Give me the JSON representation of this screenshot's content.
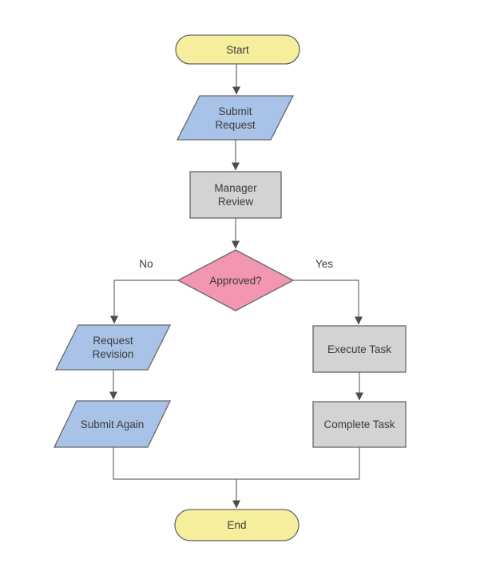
{
  "diagram": {
    "type": "flowchart",
    "nodes": [
      {
        "id": "start",
        "shape": "stadium",
        "label": "Start",
        "fill": "#F5EE9D"
      },
      {
        "id": "submit-request",
        "shape": "parallelogram",
        "label": "Submit\nRequest",
        "fill": "#A9C3E8"
      },
      {
        "id": "manager-review",
        "shape": "rectangle",
        "label": "Manager\nReview",
        "fill": "#D3D3D3"
      },
      {
        "id": "approved",
        "shape": "diamond",
        "label": "Approved?",
        "fill": "#F296B2"
      },
      {
        "id": "request-revision",
        "shape": "parallelogram",
        "label": "Request\nRevision",
        "fill": "#A9C3E8"
      },
      {
        "id": "submit-again",
        "shape": "parallelogram",
        "label": "Submit Again",
        "fill": "#A9C3E8"
      },
      {
        "id": "execute-task",
        "shape": "rectangle",
        "label": "Execute Task",
        "fill": "#D3D3D3"
      },
      {
        "id": "complete-task",
        "shape": "rectangle",
        "label": "Complete Task",
        "fill": "#D3D3D3"
      },
      {
        "id": "end",
        "shape": "stadium",
        "label": "End",
        "fill": "#F5EE9D"
      }
    ],
    "edges": [
      {
        "from": "start",
        "to": "submit-request",
        "label": ""
      },
      {
        "from": "submit-request",
        "to": "manager-review",
        "label": ""
      },
      {
        "from": "manager-review",
        "to": "approved",
        "label": ""
      },
      {
        "from": "approved",
        "to": "request-revision",
        "label": "No"
      },
      {
        "from": "approved",
        "to": "execute-task",
        "label": "Yes"
      },
      {
        "from": "request-revision",
        "to": "submit-again",
        "label": ""
      },
      {
        "from": "execute-task",
        "to": "complete-task",
        "label": ""
      },
      {
        "from": "submit-again",
        "to": "end",
        "label": ""
      },
      {
        "from": "complete-task",
        "to": "end",
        "label": ""
      }
    ],
    "colors": {
      "background": "#FFFFFF",
      "node_border": "#666666",
      "connector": "#6B6B6B",
      "arrowhead": "#4D4D4D",
      "text": "#3A3A3A",
      "terminator_fill": "#F5EE9D",
      "io_fill": "#A9C3E8",
      "process_fill": "#D3D3D3",
      "decision_fill": "#F296B2"
    }
  }
}
